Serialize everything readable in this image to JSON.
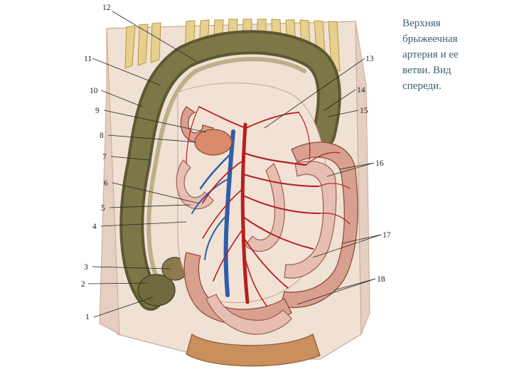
{
  "caption": "Верхняя\nбрыжеечная\nартерия и ее\nветви. Вид\nспереди.",
  "labels": [
    "1",
    "2",
    "3",
    "4",
    "5",
    "6",
    "7",
    "8",
    "9",
    "10",
    "11",
    "12",
    "13",
    "14",
    "15",
    "16",
    "17",
    "18"
  ],
  "colors": {
    "caption_text": "#3a5f6e",
    "artery": "#b81e1e",
    "vein": "#2f5ea8",
    "colon": "#6f6b3f",
    "small_intestine": "#d9a08f",
    "background": "#ffffff"
  }
}
